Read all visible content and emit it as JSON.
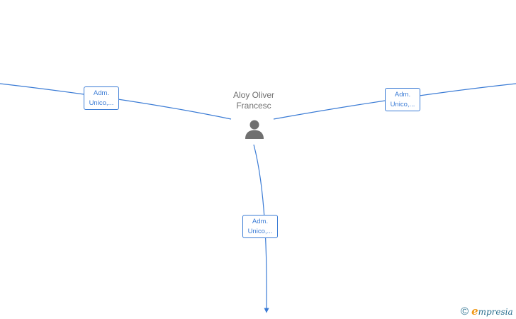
{
  "person": {
    "name_line1": "Aloy Oliver",
    "name_line2": "Francesc",
    "icon": "person-icon"
  },
  "roles": [
    {
      "line1": "Adm.",
      "line2": "Unico,..."
    },
    {
      "line1": "Adm.",
      "line2": "Unico,..."
    },
    {
      "line1": "Adm.",
      "line2": "Unico,..."
    }
  ],
  "brand": {
    "copyright_symbol": "©",
    "initial": "e",
    "rest": "mpresia"
  },
  "colors": {
    "link": "#3a7bd5",
    "person": "#707070",
    "brand": "#2a6f8f",
    "brand_accent": "#f09a1a"
  }
}
